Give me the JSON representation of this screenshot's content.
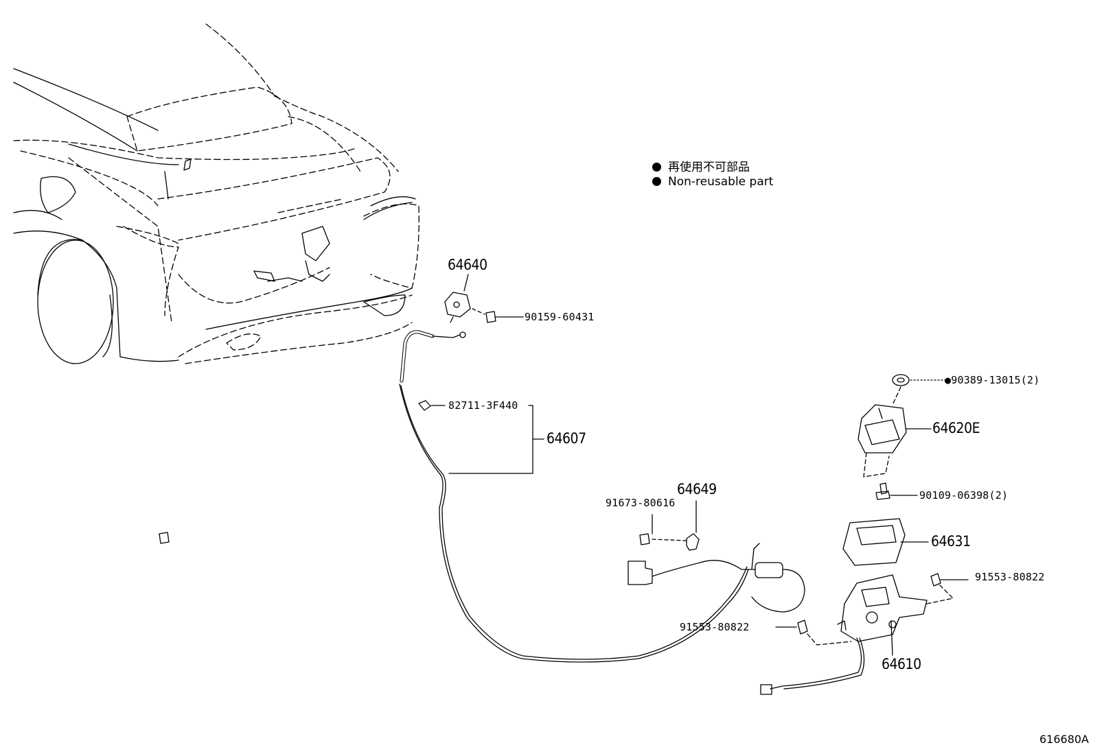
{
  "legend": {
    "items": [
      {
        "text": "再使用不可部品"
      },
      {
        "text": "Non-reusable part"
      }
    ]
  },
  "labels": {
    "p64640": "64640",
    "p90159": "90159-60431",
    "p82711": "82711-3F440",
    "p64607": "64607",
    "p64649": "64649",
    "p91673": "91673-80616",
    "p90389": "●90389-13015(2)",
    "p64620E": "64620E",
    "p90109": "90109-06398(2)",
    "p64631": "64631",
    "p91553a": "91553-80822",
    "p91553b": "91553-80822",
    "p64610": "64610"
  },
  "reference": "616680A"
}
